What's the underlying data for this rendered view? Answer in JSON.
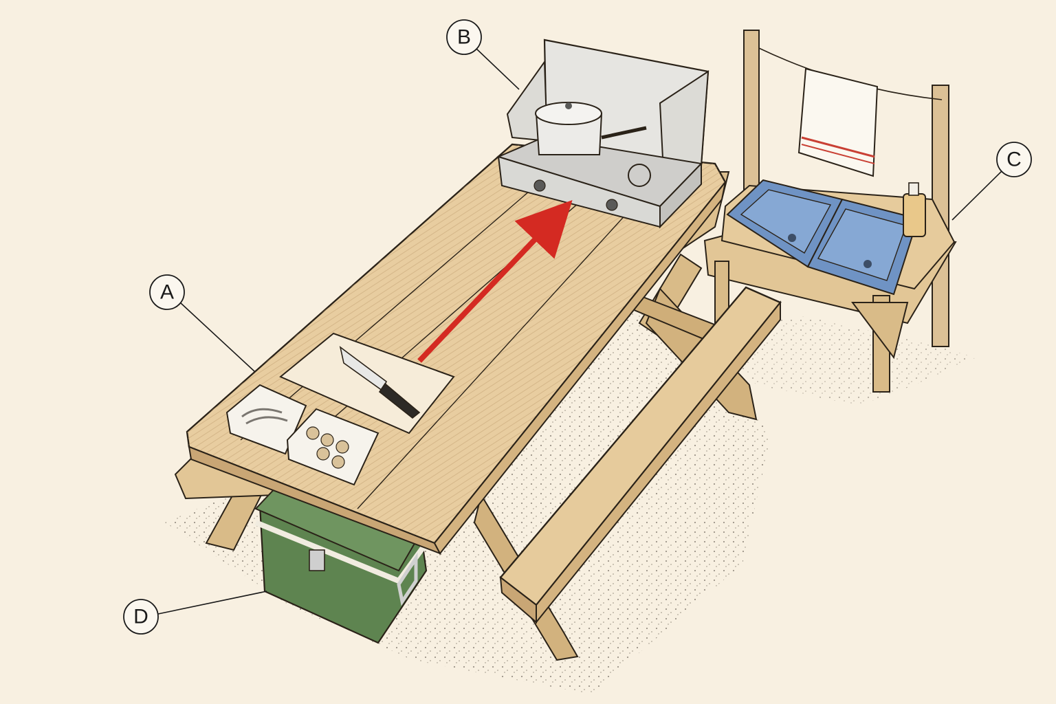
{
  "callouts": {
    "a": {
      "letter": "A"
    },
    "b": {
      "letter": "B"
    },
    "c": {
      "letter": "C"
    },
    "d": {
      "letter": "D"
    }
  },
  "colors": {
    "background": "#f8f0e1",
    "wood": "#e8cda0",
    "wood_dark": "#c9a675",
    "ink": "#2a2218",
    "arrow": "#d42a22",
    "sink": "#6f93c4",
    "cooler": "#5e8450",
    "stove": "#d9d9d5"
  },
  "icons": [
    "prep-table",
    "camp-stove",
    "wash-station",
    "cooler",
    "flow-arrow"
  ]
}
